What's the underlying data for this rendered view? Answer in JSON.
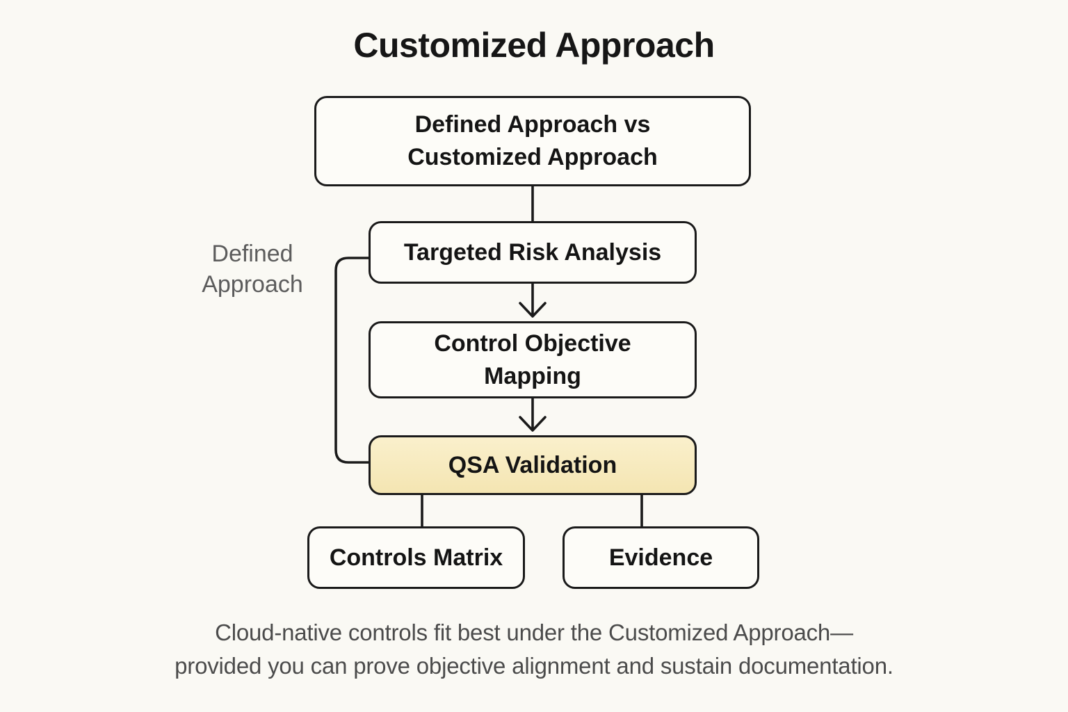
{
  "title": "Customized Approach",
  "diagram": {
    "nodes": {
      "comparison": {
        "label": "Defined Approach vs\nCustomized Approach"
      },
      "risk": {
        "label": "Targeted Risk Analysis"
      },
      "mapping": {
        "label": "Control Objective\nMapping"
      },
      "qsa": {
        "label": "QSA Validation",
        "highlighted": true
      },
      "controls_matrix": {
        "label": "Controls Matrix"
      },
      "evidence": {
        "label": "Evidence"
      }
    },
    "side_label": "Defined\nApproach",
    "edges": [
      {
        "from": "comparison",
        "to": "risk",
        "arrow": false
      },
      {
        "from": "risk",
        "to": "mapping",
        "arrow": true
      },
      {
        "from": "mapping",
        "to": "qsa",
        "arrow": true
      },
      {
        "from": "risk",
        "to": "qsa",
        "arrow": false,
        "route": "left-bypass"
      },
      {
        "from": "qsa",
        "to": "controls_matrix",
        "arrow": false
      },
      {
        "from": "qsa",
        "to": "evidence",
        "arrow": false
      }
    ]
  },
  "caption": "Cloud-native controls fit best under the Customized Approach—\nprovided you can prove objective alignment and sustain documentation.",
  "colors": {
    "background": "#FAF9F4",
    "node_fill": "#FDFCF8",
    "accent_fill": "#F6E8BA",
    "line": "#1A1A1A",
    "muted_label": "#5C5C5C",
    "caption": "#4B4B4B"
  }
}
